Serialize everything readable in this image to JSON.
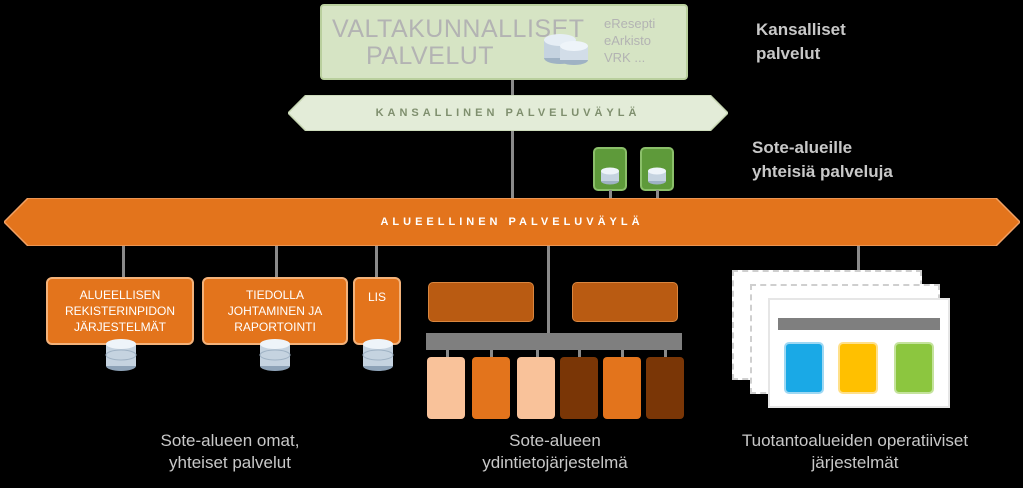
{
  "national_services": {
    "title_line1": "VALTAKUNNALLISET",
    "title_line2": "PALVELUT",
    "items": [
      "eResepti",
      "eArkisto",
      "VRK ..."
    ]
  },
  "national_bus": {
    "label": "KANSALLINEN PALVELUVÄYLÄ"
  },
  "regional_bus": {
    "label": "ALUEELLINEN PALVELUVÄYLÄ"
  },
  "side_labels": {
    "national_line1": "Kansalliset",
    "national_line2": "palvelut",
    "shared_line1": "Sote-alueille",
    "shared_line2": "yhteisiä palveluja"
  },
  "regional_services": {
    "box1": [
      "ALUEELLISEN",
      "REKISTERINPIDON",
      "JÄRJESTELMÄT"
    ],
    "box2": [
      "TIEDOLLA",
      "JOHTAMINEN JA",
      "RAPORTOINTI"
    ],
    "box3": "LIS"
  },
  "captions": {
    "own_line1": "Sote-alueen omat,",
    "own_line2": "yhteiset palvelut",
    "core_line1": "Sote-alueen",
    "core_line2": "ydintietojärjestelmä",
    "prod_line1": "Tuotantoalueiden operatiiviset",
    "prod_line2": "järjestelmät"
  },
  "colors": {
    "orange": "#e3741c",
    "dark_orange": "#b95b12",
    "light_peach": "#f9c29a",
    "brown": "#7a3606",
    "green_box": "#d6e4c4",
    "blue": "#1aa9e6",
    "yellow": "#ffc000",
    "green": "#8cc63f"
  }
}
